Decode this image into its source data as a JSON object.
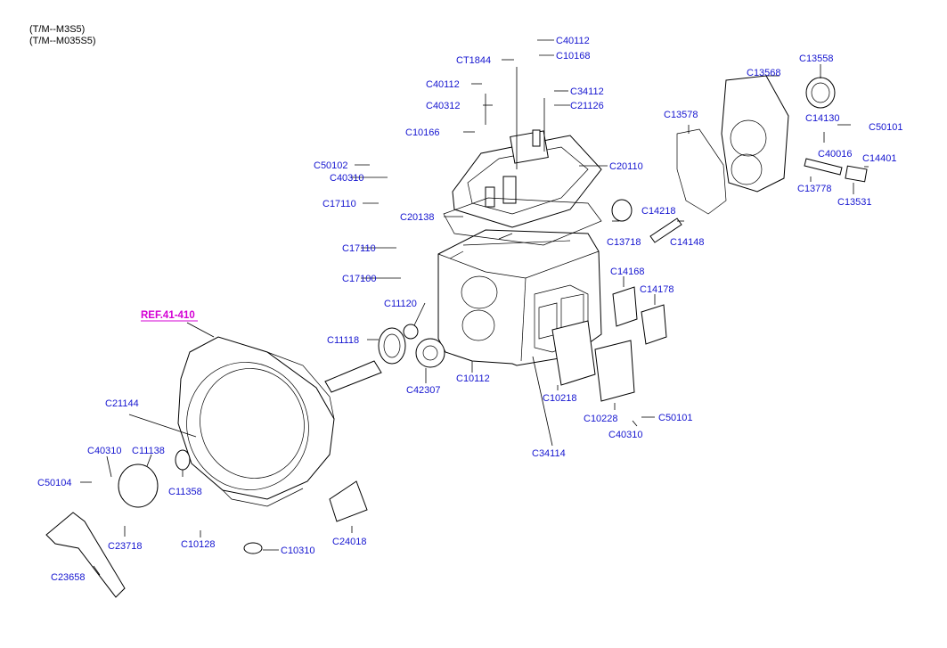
{
  "header": {
    "line1": "(T/M--M3S5)",
    "line2": "(T/M--M035S5)"
  },
  "ref": {
    "label": "REF.41-410",
    "color": "#d400d4"
  },
  "colors": {
    "label": "#1515d0",
    "line": "#000000"
  },
  "labels": [
    "C40112",
    "CT1844",
    "C10168",
    "C40112",
    "C34112",
    "C40312",
    "C21126",
    "C10166",
    "C50102",
    "C40310",
    "C20110",
    "C17110",
    "C20138",
    "C17110",
    "C17100",
    "C11120",
    "C11118",
    "C42307",
    "C10112",
    "C13718",
    "C14218",
    "C14148",
    "C14168",
    "C14178",
    "C13578",
    "C13568",
    "C13558",
    "C14130",
    "C50101",
    "C40016",
    "C14401",
    "C13778",
    "C13531",
    "C10218",
    "C10228",
    "C50101",
    "C40310",
    "C34114",
    "C21144",
    "C40310",
    "C11138",
    "C50104",
    "C11358",
    "C23718",
    "C10128",
    "C10310",
    "C24018",
    "C23658"
  ]
}
